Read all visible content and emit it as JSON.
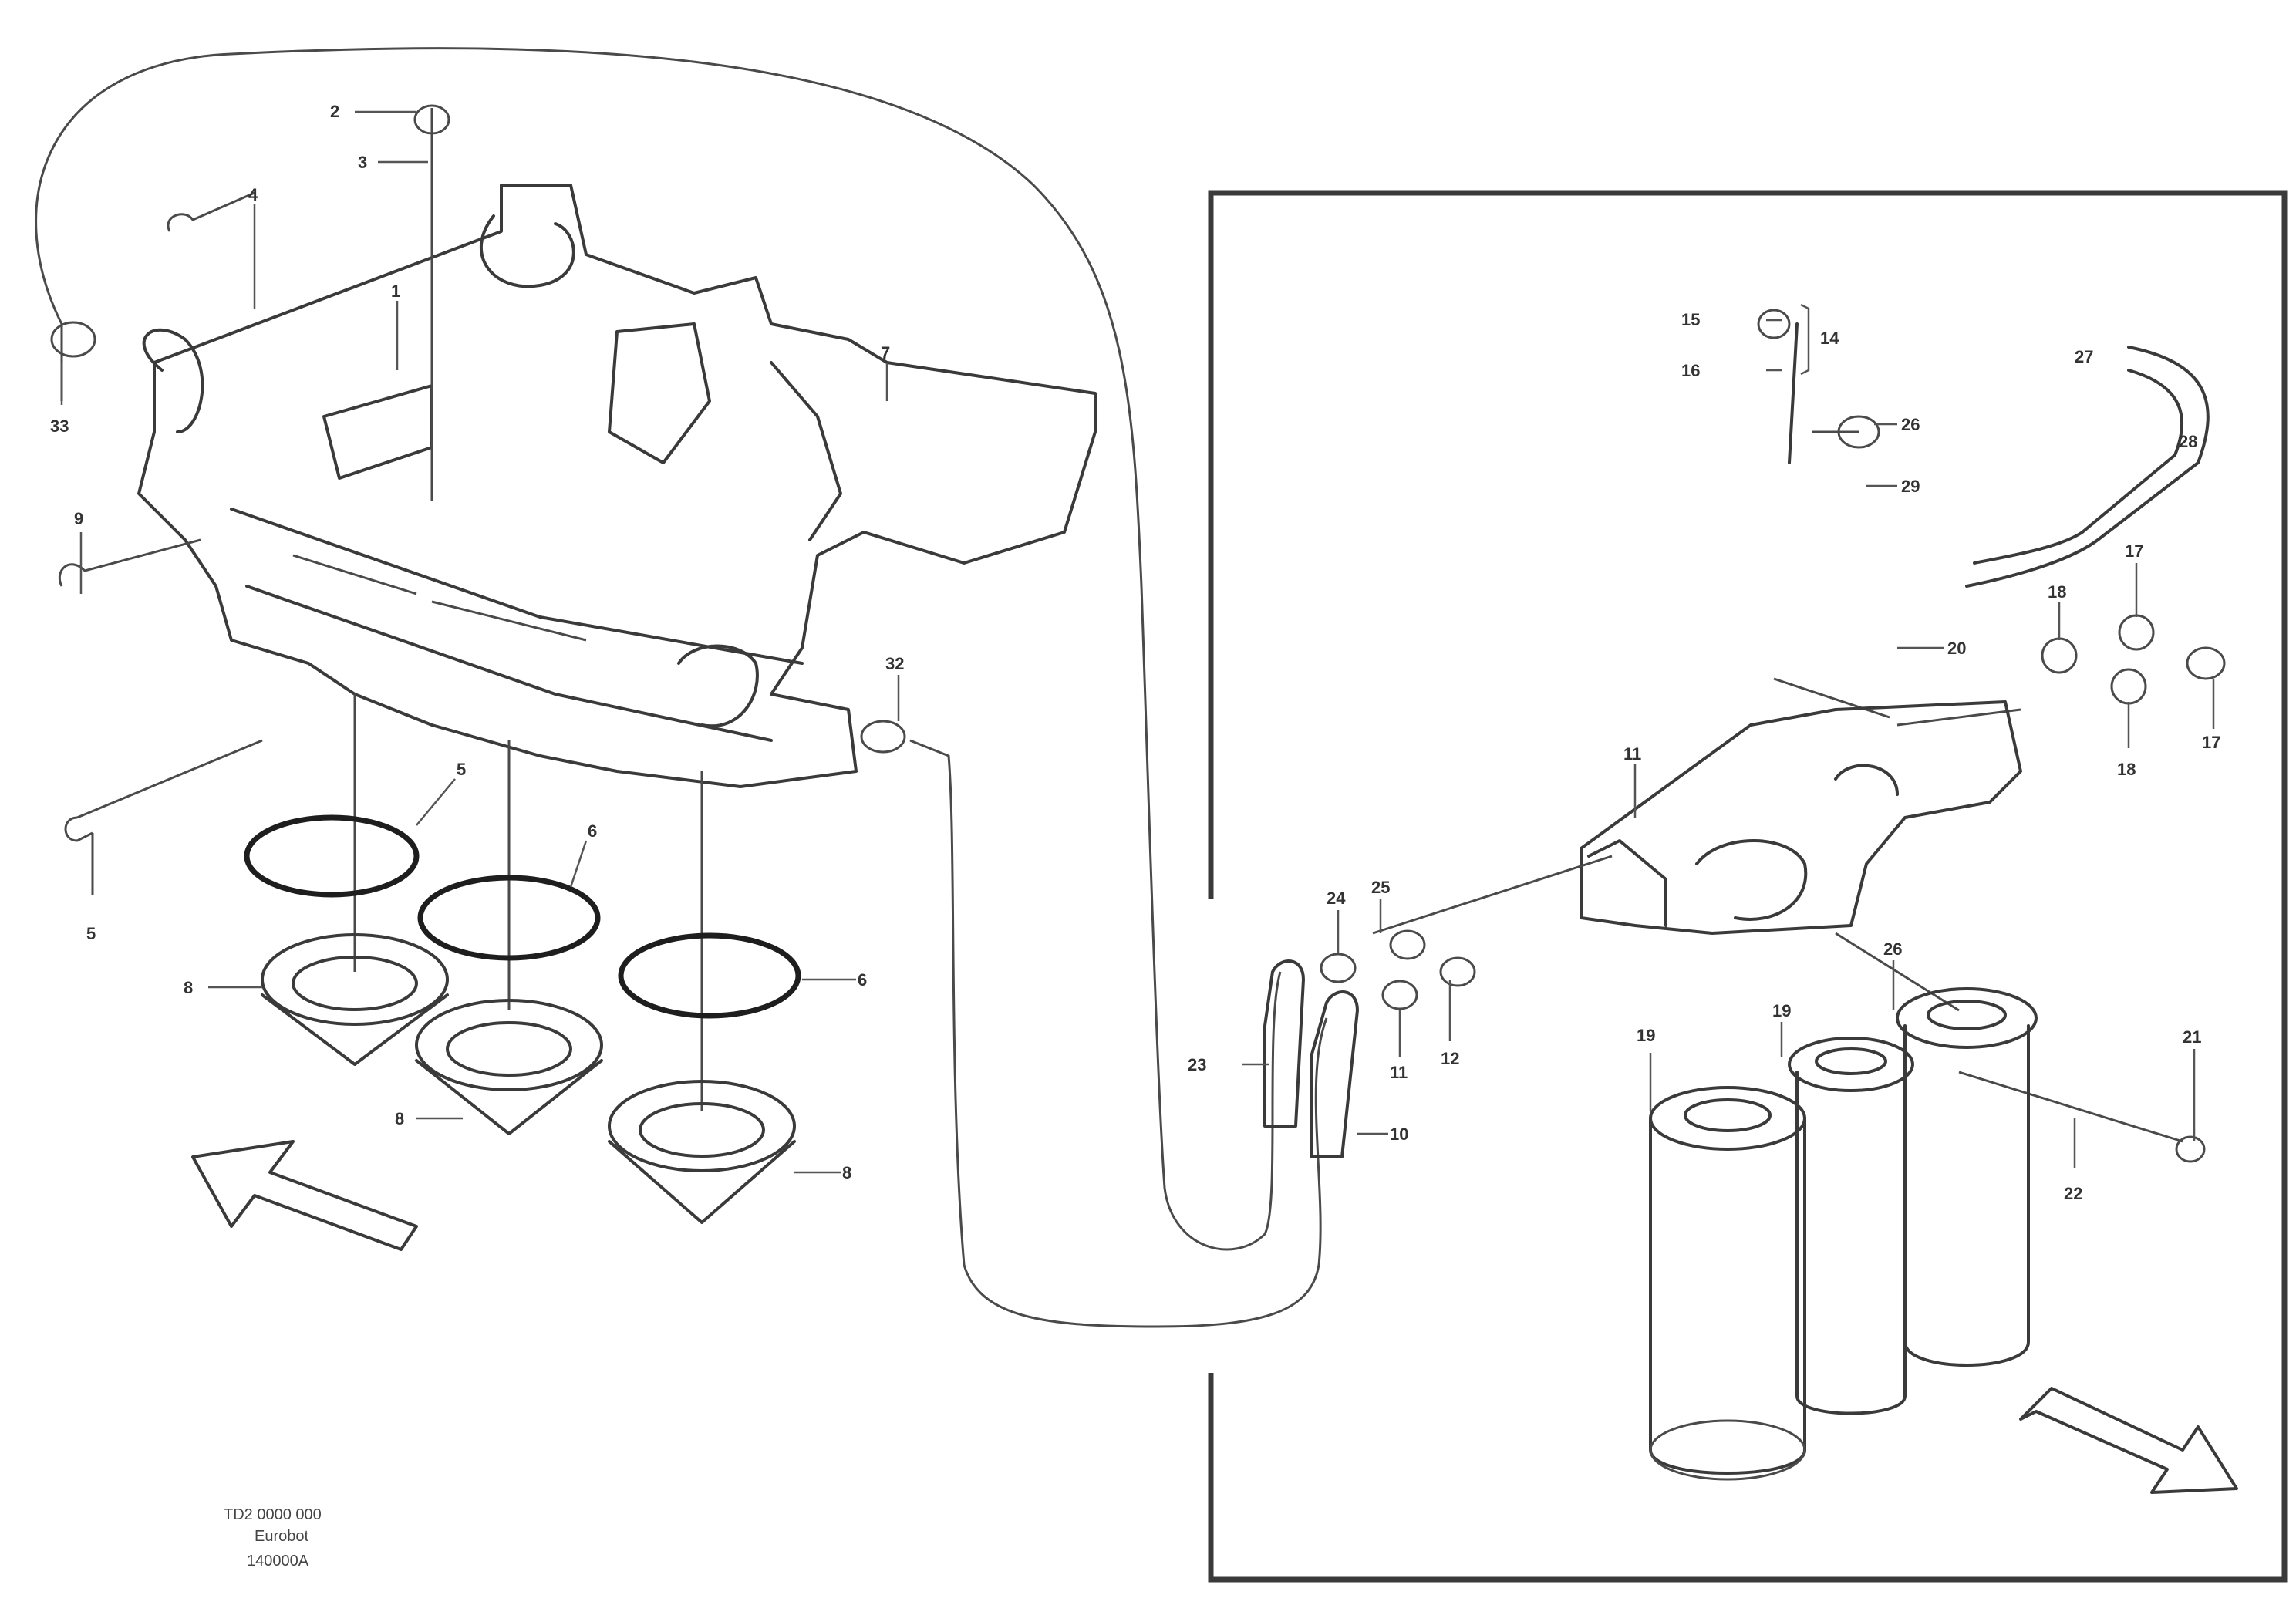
{
  "callouts": {
    "left": [
      {
        "id": "l1",
        "text": "2"
      },
      {
        "id": "l2",
        "text": "3"
      },
      {
        "id": "l3",
        "text": "4"
      },
      {
        "id": "l4",
        "text": "1"
      },
      {
        "id": "l5",
        "text": "7"
      },
      {
        "id": "l6",
        "text": "33"
      },
      {
        "id": "l7",
        "text": "9"
      },
      {
        "id": "l8",
        "text": "5"
      },
      {
        "id": "l9",
        "text": "6"
      },
      {
        "id": "l10",
        "text": "8"
      },
      {
        "id": "l11",
        "text": "8"
      },
      {
        "id": "l12",
        "text": "6"
      },
      {
        "id": "l13",
        "text": "8"
      },
      {
        "id": "l14",
        "text": "5"
      },
      {
        "id": "l15",
        "text": "32"
      }
    ],
    "right": [
      {
        "id": "r1",
        "text": "15"
      },
      {
        "id": "r2",
        "text": "16"
      },
      {
        "id": "r3",
        "text": "14"
      },
      {
        "id": "r4",
        "text": "27"
      },
      {
        "id": "r5",
        "text": "26"
      },
      {
        "id": "r6",
        "text": "28"
      },
      {
        "id": "r7",
        "text": "29"
      },
      {
        "id": "r8",
        "text": "17"
      },
      {
        "id": "r9",
        "text": "18"
      },
      {
        "id": "r10",
        "text": "20"
      },
      {
        "id": "r11",
        "text": "17"
      },
      {
        "id": "r12",
        "text": "18"
      },
      {
        "id": "r13",
        "text": "11"
      },
      {
        "id": "r14",
        "text": "24"
      },
      {
        "id": "r15",
        "text": "25"
      },
      {
        "id": "r16",
        "text": "23"
      },
      {
        "id": "r17",
        "text": "11"
      },
      {
        "id": "r18",
        "text": "12"
      },
      {
        "id": "r19",
        "text": "10"
      },
      {
        "id": "r20",
        "text": "26"
      },
      {
        "id": "r21",
        "text": "19"
      },
      {
        "id": "r22",
        "text": "19"
      },
      {
        "id": "r23",
        "text": "21"
      },
      {
        "id": "r24",
        "text": "22"
      }
    ]
  },
  "stamp": {
    "line1": "TD2 0000 000",
    "line2": "Eurobot",
    "line3": "140000A"
  }
}
